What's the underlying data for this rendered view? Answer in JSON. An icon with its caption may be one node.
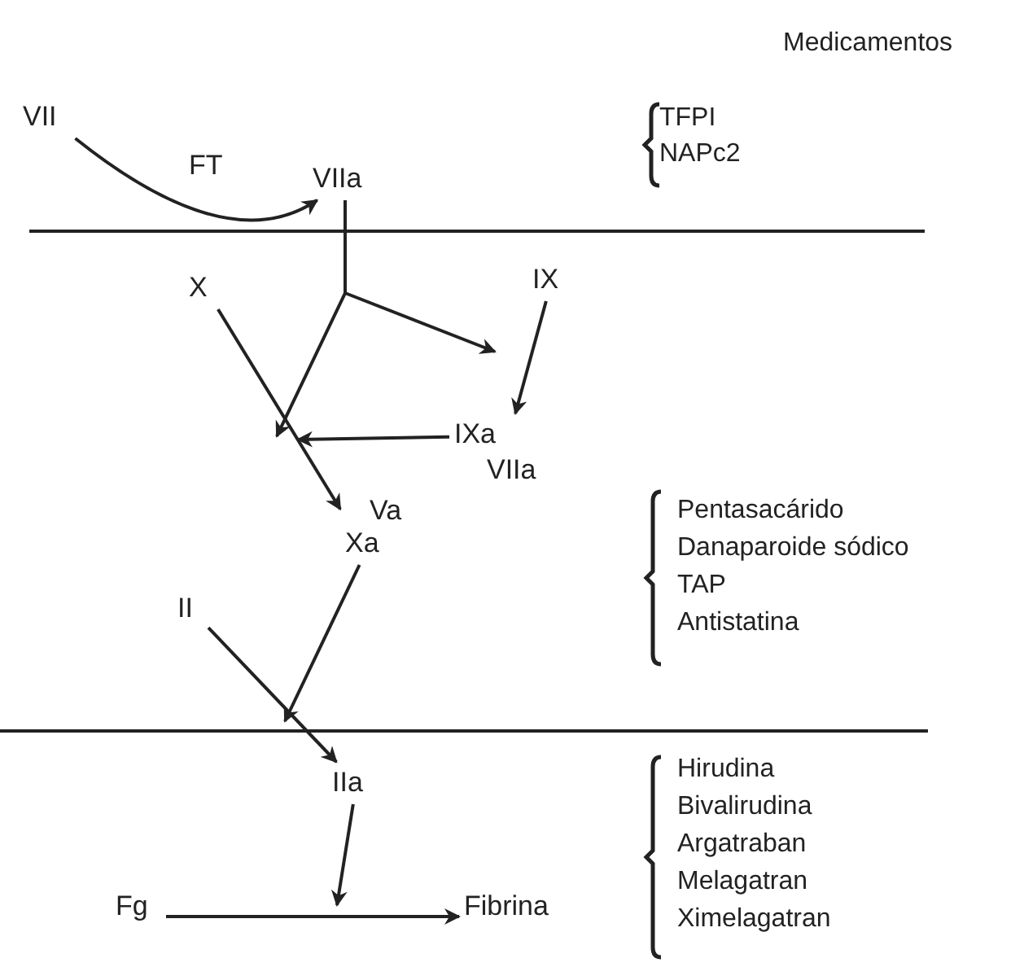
{
  "diagram": {
    "nodes": [
      {
        "text": [
          "VII"
        ]
      },
      {
        "text": [
          "VIIa"
        ]
      },
      {
        "text": [
          "X"
        ]
      },
      {
        "text": [
          "IX"
        ]
      },
      {
        "text": [
          "IXa",
          "VIIa"
        ]
      },
      {
        "text": [
          "Va",
          "Xa"
        ]
      },
      {
        "text": [
          "II"
        ]
      },
      {
        "text": [
          "IIa"
        ]
      },
      {
        "text": [
          "Fg"
        ]
      },
      {
        "text": [
          "Fibrina"
        ]
      }
    ],
    "edges": [
      {
        "from": 0,
        "to": 1,
        "arrow": "to",
        "label": "FT"
      },
      {
        "from": 1,
        "to": null,
        "arrow": "to"
      },
      {
        "from": 1,
        "to": null,
        "arrow": "to"
      },
      {
        "from": 2,
        "to": 5,
        "arrow": "to"
      },
      {
        "from": 3,
        "to": 4,
        "arrow": "to"
      },
      {
        "from": 4,
        "to": null,
        "arrow": "to"
      },
      {
        "from": 6,
        "to": 7,
        "arrow": "to"
      },
      {
        "from": 5,
        "to": null,
        "arrow": "to"
      },
      {
        "from": 7,
        "to": null,
        "arrow": "to"
      },
      {
        "from": 8,
        "to": 9,
        "arrow": "to"
      }
    ],
    "labels": [
      "Medicamentos",
      "TFPI",
      "NAPc2",
      "Pentasacárido",
      "Danaparoide sódico",
      "TAP",
      "Antistatina",
      "Hirudina",
      "Bivalirudina",
      "Argatraban",
      "Melagatran",
      "Ximelagatran"
    ]
  }
}
